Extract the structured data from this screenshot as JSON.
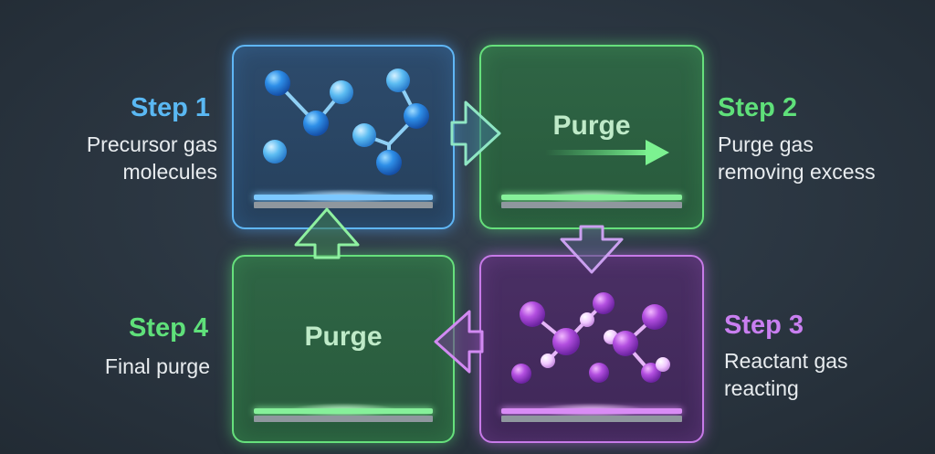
{
  "step1": {
    "title": "Step 1",
    "description": [
      "Precursor gas",
      "molecules"
    ]
  },
  "step2": {
    "title": "Step 2",
    "description": [
      "Purge gas",
      "removing excess"
    ],
    "panel_text": "Purge"
  },
  "step3": {
    "title": "Step 3",
    "description": [
      "Reactant gas",
      "reacting"
    ]
  },
  "step4": {
    "title": "Step 4",
    "description": [
      "Final purge"
    ],
    "panel_text": "Purge"
  },
  "colors": {
    "step1_accent": "#5ab8f3",
    "step2_accent": "#5fe07a",
    "step3_accent": "#c97ff0",
    "step4_accent": "#5fe07a",
    "background": "#2a3540"
  },
  "icons": {
    "step1_panel": "precursor-molecules-icon",
    "step2_panel": "purge-flow-arrow-icon",
    "step3_panel": "reactant-molecules-icon",
    "flow": "cycle-arrows-icon"
  }
}
